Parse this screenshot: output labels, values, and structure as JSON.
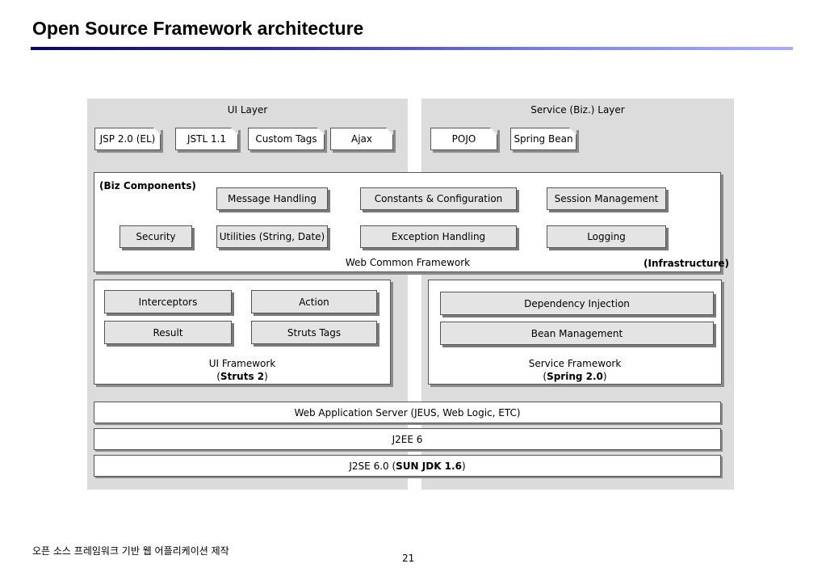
{
  "title": "Open Source Framework architecture",
  "ui_layer": {
    "label": "UI Layer",
    "items": [
      "JSP 2.0 (EL)",
      "JSTL 1.1",
      "Custom Tags",
      "Ajax"
    ]
  },
  "service_layer": {
    "label": "Service (Biz.) Layer",
    "items": [
      "POJO",
      "Spring Bean"
    ]
  },
  "common": {
    "biz_label": "(Biz Components)",
    "infra_label": "(Infrastructure)",
    "name": "Web Common Framework",
    "modules": [
      "Message Handling",
      "Constants & Configuration",
      "Session Management",
      "Security",
      "Utilities (String, Date)",
      "Exception Handling",
      "Logging"
    ]
  },
  "ui_framework": {
    "modules": [
      "Interceptors",
      "Action",
      "Result",
      "Struts Tags"
    ],
    "name": "UI Framework",
    "product_open": "(",
    "product": "Struts 2",
    "product_close": ")"
  },
  "service_framework": {
    "modules": [
      "Dependency Injection",
      "Bean Management"
    ],
    "name": "Service Framework",
    "product_open": "(",
    "product": "Spring 2.0",
    "product_close": ")"
  },
  "stack": {
    "was": "Web Application Server (JEUS, Web Logic, ETC)",
    "j2ee": "J2EE 6",
    "j2se_prefix": "J2SE 6.0 (",
    "j2se_bold": "SUN JDK 1.6",
    "j2se_suffix": ")"
  },
  "footer": {
    "caption": "오픈 소스 프레임워크 기반 웹 어플리케이션 제작",
    "page": "21"
  }
}
